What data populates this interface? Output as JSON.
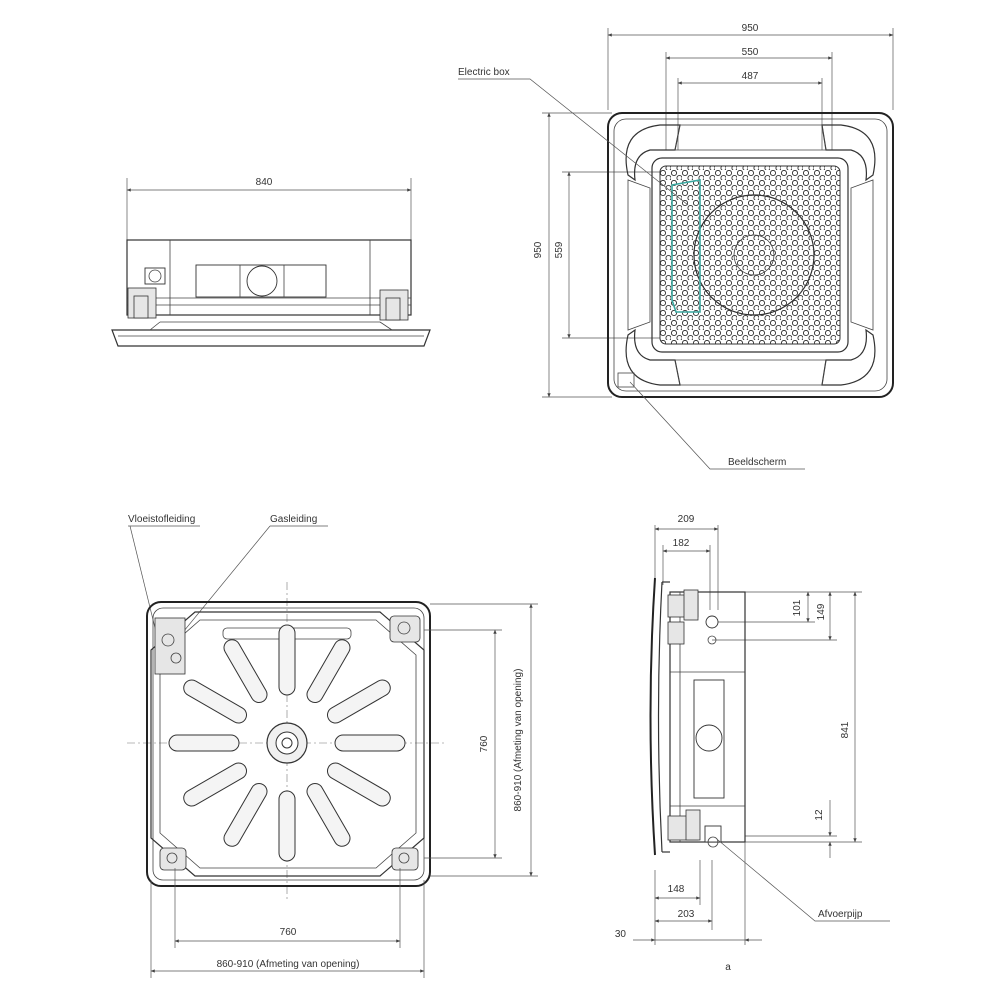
{
  "front_view": {
    "width_dim": "840"
  },
  "top_view": {
    "dim_950_w": "950",
    "dim_550": "550",
    "dim_487": "487",
    "dim_950_h": "950",
    "dim_559": "559",
    "label_electric_box": "Electric box",
    "label_display": "Beeldscherm"
  },
  "bottom_view": {
    "label_liquid": "Vloeistofleiding",
    "label_gas": "Gasleiding",
    "dim_760_h": "760",
    "dim_opening_v": "860-910 (Afmeting van opening)",
    "dim_760_w": "760",
    "dim_opening_h": "860-910 (Afmeting van opening)"
  },
  "side_view": {
    "dim_209": "209",
    "dim_182": "182",
    "dim_101": "101",
    "dim_149": "149",
    "dim_841": "841",
    "dim_12": "12",
    "dim_148": "148",
    "dim_203": "203",
    "dim_30": "30",
    "label_drain": "Afvoerpijp",
    "caption": "a"
  }
}
